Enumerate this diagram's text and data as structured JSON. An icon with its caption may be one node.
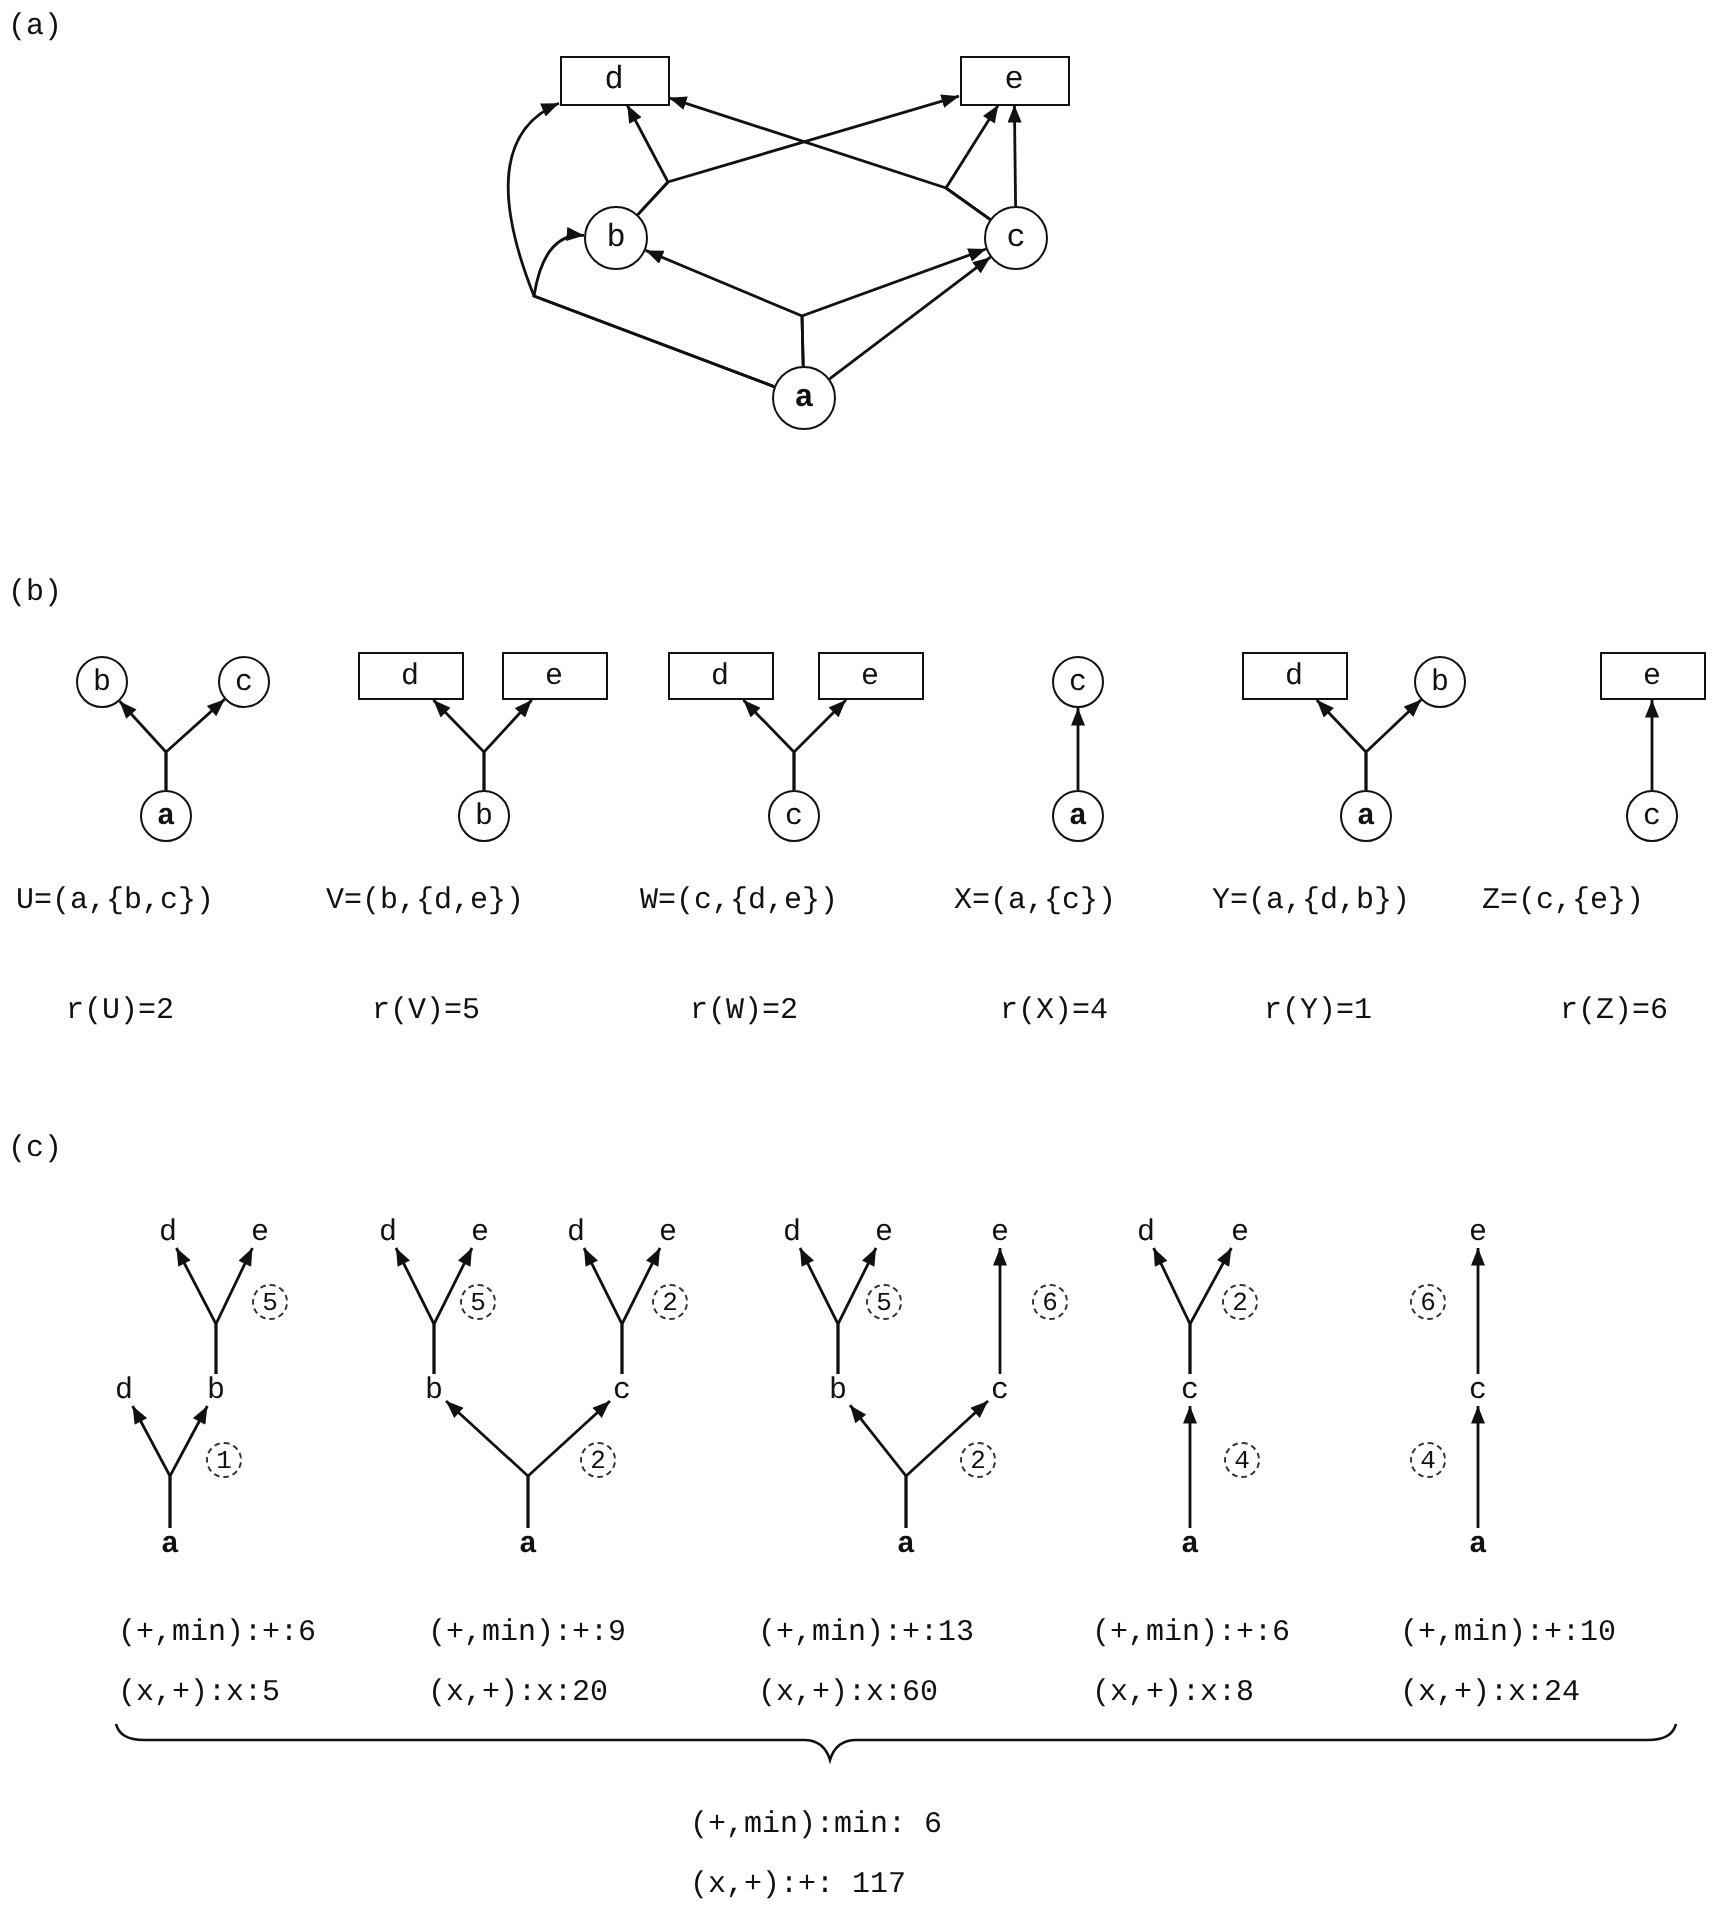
{
  "diagram": {
    "nodes": [
      {
        "text": [
          "d"
        ]
      },
      {
        "text": [
          "e"
        ]
      },
      {
        "text": [
          "b"
        ]
      },
      {
        "text": [
          "c"
        ]
      },
      {
        "text": [
          "a"
        ]
      },
      {
        "text": [
          "b"
        ]
      },
      {
        "text": [
          "c"
        ]
      },
      {
        "text": [
          "a"
        ]
      },
      {
        "text": [
          "d"
        ]
      },
      {
        "text": [
          "e"
        ]
      },
      {
        "text": [
          "b"
        ]
      },
      {
        "text": [
          "d"
        ]
      },
      {
        "text": [
          "e"
        ]
      },
      {
        "text": [
          "c"
        ]
      },
      {
        "text": [
          "c"
        ]
      },
      {
        "text": [
          "a"
        ]
      },
      {
        "text": [
          "d"
        ]
      },
      {
        "text": [
          "b"
        ]
      },
      {
        "text": [
          "a"
        ]
      },
      {
        "text": [
          "e"
        ]
      },
      {
        "text": [
          "c"
        ]
      },
      {
        "text": [
          "d"
        ]
      },
      {
        "text": [
          "e"
        ]
      },
      {
        "text": [
          "d"
        ]
      },
      {
        "text": [
          "e"
        ]
      },
      {
        "text": [
          "d"
        ]
      },
      {
        "text": [
          "e"
        ]
      },
      {
        "text": [
          "d"
        ]
      },
      {
        "text": [
          "e"
        ]
      },
      {
        "text": [
          "e"
        ]
      },
      {
        "text": [
          "d"
        ]
      },
      {
        "text": [
          "e"
        ]
      },
      {
        "text": [
          "e"
        ]
      },
      {
        "text": [
          "d"
        ]
      },
      {
        "text": [
          "b"
        ]
      },
      {
        "text": [
          "b"
        ]
      },
      {
        "text": [
          "c"
        ]
      },
      {
        "text": [
          "b"
        ]
      },
      {
        "text": [
          "c"
        ]
      },
      {
        "text": [
          "c"
        ]
      },
      {
        "text": [
          "c"
        ]
      },
      {
        "text": [
          "a"
        ]
      },
      {
        "text": [
          "a"
        ]
      },
      {
        "text": [
          "a"
        ]
      },
      {
        "text": [
          "a"
        ]
      },
      {
        "text": [
          "a"
        ]
      }
    ],
    "edges": [
      {
        "from": 4,
        "to": 2,
        "arrow": "to"
      },
      {
        "from": 4,
        "to": 3,
        "arrow": "to"
      },
      {
        "from": 4,
        "to": 3,
        "arrow": "to"
      },
      {
        "from": 4,
        "to": 0,
        "arrow": "to"
      },
      {
        "from": 4,
        "to": 2,
        "arrow": "to"
      },
      {
        "from": 2,
        "to": 0,
        "arrow": "to"
      },
      {
        "from": 2,
        "to": 1,
        "arrow": "to"
      },
      {
        "from": 3,
        "to": 0,
        "arrow": "to"
      },
      {
        "from": 3,
        "to": 1,
        "arrow": "to"
      },
      {
        "from": 3,
        "to": 1,
        "arrow": "to"
      },
      {
        "from": 7,
        "to": 5,
        "arrow": "to"
      },
      {
        "from": 7,
        "to": 6,
        "arrow": "to"
      },
      {
        "from": 10,
        "to": 8,
        "arrow": "to"
      },
      {
        "from": 10,
        "to": 9,
        "arrow": "to"
      },
      {
        "from": 13,
        "to": 11,
        "arrow": "to"
      },
      {
        "from": 13,
        "to": 12,
        "arrow": "to"
      },
      {
        "from": 15,
        "to": 14,
        "arrow": "to"
      },
      {
        "from": 18,
        "to": 16,
        "arrow": "to"
      },
      {
        "from": 18,
        "to": 17,
        "arrow": "to"
      },
      {
        "from": 20,
        "to": 19,
        "arrow": "to"
      },
      {
        "from": 41,
        "to": 33,
        "arrow": "to"
      },
      {
        "from": 41,
        "to": 34,
        "arrow": "to"
      },
      {
        "from": 34,
        "to": 21,
        "arrow": "to"
      },
      {
        "from": 34,
        "to": 22,
        "arrow": "to"
      },
      {
        "from": 42,
        "to": 35,
        "arrow": "to"
      },
      {
        "from": 42,
        "to": 36,
        "arrow": "to"
      },
      {
        "from": 35,
        "to": 23,
        "arrow": "to"
      },
      {
        "from": 35,
        "to": 24,
        "arrow": "to"
      },
      {
        "from": 36,
        "to": 25,
        "arrow": "to"
      },
      {
        "from": 36,
        "to": 26,
        "arrow": "to"
      },
      {
        "from": 43,
        "to": 37,
        "arrow": "to"
      },
      {
        "from": 43,
        "to": 38,
        "arrow": "to"
      },
      {
        "from": 37,
        "to": 27,
        "arrow": "to"
      },
      {
        "from": 37,
        "to": 28,
        "arrow": "to"
      },
      {
        "from": 38,
        "to": 29,
        "arrow": "to"
      },
      {
        "from": 44,
        "to": 39,
        "arrow": "to"
      },
      {
        "from": 39,
        "to": 30,
        "arrow": "to"
      },
      {
        "from": 39,
        "to": 31,
        "arrow": "to"
      },
      {
        "from": 45,
        "to": 40,
        "arrow": "to"
      },
      {
        "from": 40,
        "to": 32,
        "arrow": "to"
      }
    ],
    "labels": [
      "(a)",
      "(b)",
      "U=(a,{b,c})",
      "V=(b,{d,e})",
      "W=(c,{d,e})",
      "X=(a,{c})",
      "Y=(a,{d,b})",
      "Z=(c,{e})",
      "r(U)=2",
      "r(V)=5",
      "r(W)=2",
      "r(X)=4",
      "r(Y)=1",
      "r(Z)=6",
      "(c)",
      "5",
      "5",
      "2",
      "5",
      "6",
      "2",
      "6",
      "1",
      "2",
      "2",
      "4",
      "4",
      "(+,min):+:6",
      "(+,min):+:9",
      "(+,min):+:13",
      "(+,min):+:6",
      "(+,min):+:10",
      "(x,+):x:5",
      "(x,+):x:20",
      "(x,+):x:60",
      "(x,+):x:8",
      "(x,+):x:24",
      "(+,min):min: 6",
      "(x,+):+: 117"
    ]
  }
}
